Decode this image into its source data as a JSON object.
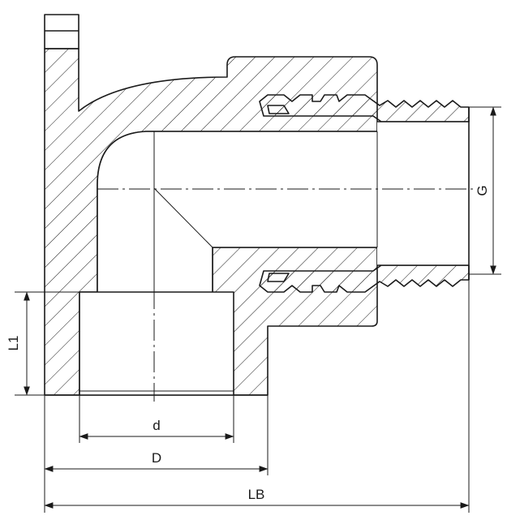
{
  "diagram": {
    "dimensions": {
      "thread_diameter": "G",
      "insert_length": "L1",
      "inner_diameter": "d",
      "outer_diameter": "D",
      "overall_length": "LB"
    }
  }
}
